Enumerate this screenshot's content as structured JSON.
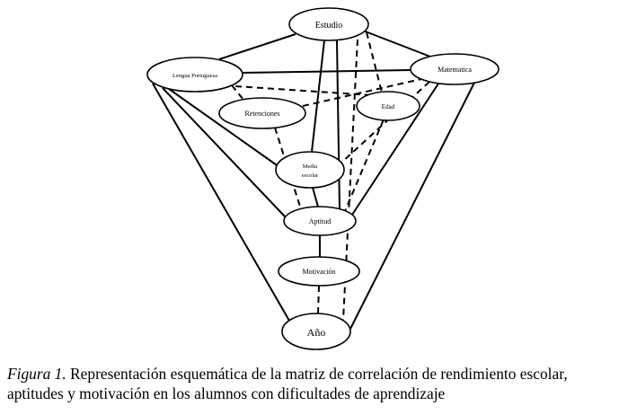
{
  "diagram": {
    "nodes": {
      "estudio": "Estudio",
      "lengua": "Lengua Portuguesa",
      "matematica": "Matematica",
      "retenciones": "Retenciones",
      "edad": "Edad",
      "media_line1": "Media",
      "media_line2": "escolar",
      "aptitud": "Aptitud",
      "motivacion": "Motivación",
      "ano": "Año"
    },
    "edges": [
      {
        "from": "estudio",
        "to": "lengua",
        "style": "solid"
      },
      {
        "from": "estudio",
        "to": "matematica",
        "style": "solid"
      },
      {
        "from": "lengua",
        "to": "matematica",
        "style": "solid"
      },
      {
        "from": "estudio",
        "to": "media",
        "style": "solid"
      },
      {
        "from": "estudio",
        "to": "aptitud",
        "style": "solid"
      },
      {
        "from": "estudio",
        "to": "edad",
        "style": "dashed"
      },
      {
        "from": "estudio",
        "to": "ano",
        "style": "dashed"
      },
      {
        "from": "lengua",
        "to": "retenciones",
        "style": "dashed"
      },
      {
        "from": "retenciones",
        "to": "matematica",
        "style": "dashed"
      },
      {
        "from": "lengua",
        "to": "edad",
        "style": "dashed"
      },
      {
        "from": "matematica",
        "to": "media",
        "style": "dashed"
      },
      {
        "from": "retenciones",
        "to": "aptitud",
        "style": "dashed"
      },
      {
        "from": "matematica",
        "to": "aptitud",
        "style": "solid"
      },
      {
        "from": "lengua",
        "to": "media",
        "style": "solid"
      },
      {
        "from": "lengua",
        "to": "aptitud",
        "style": "solid"
      },
      {
        "from": "lengua",
        "to": "ano",
        "style": "solid"
      },
      {
        "from": "matematica",
        "to": "ano",
        "style": "solid"
      },
      {
        "from": "media",
        "to": "aptitud",
        "style": "solid"
      },
      {
        "from": "edad",
        "to": "aptitud",
        "style": "dashed"
      },
      {
        "from": "aptitud",
        "to": "motivacion",
        "style": "solid"
      },
      {
        "from": "motivacion",
        "to": "ano",
        "style": "dashed"
      }
    ]
  },
  "caption": {
    "label": "Figura 1.",
    "text": " Representación esquemática de la matriz de correlación de rendimiento escolar, aptitudes y motivación en los alumnos con dificultades de aprendizaje"
  }
}
